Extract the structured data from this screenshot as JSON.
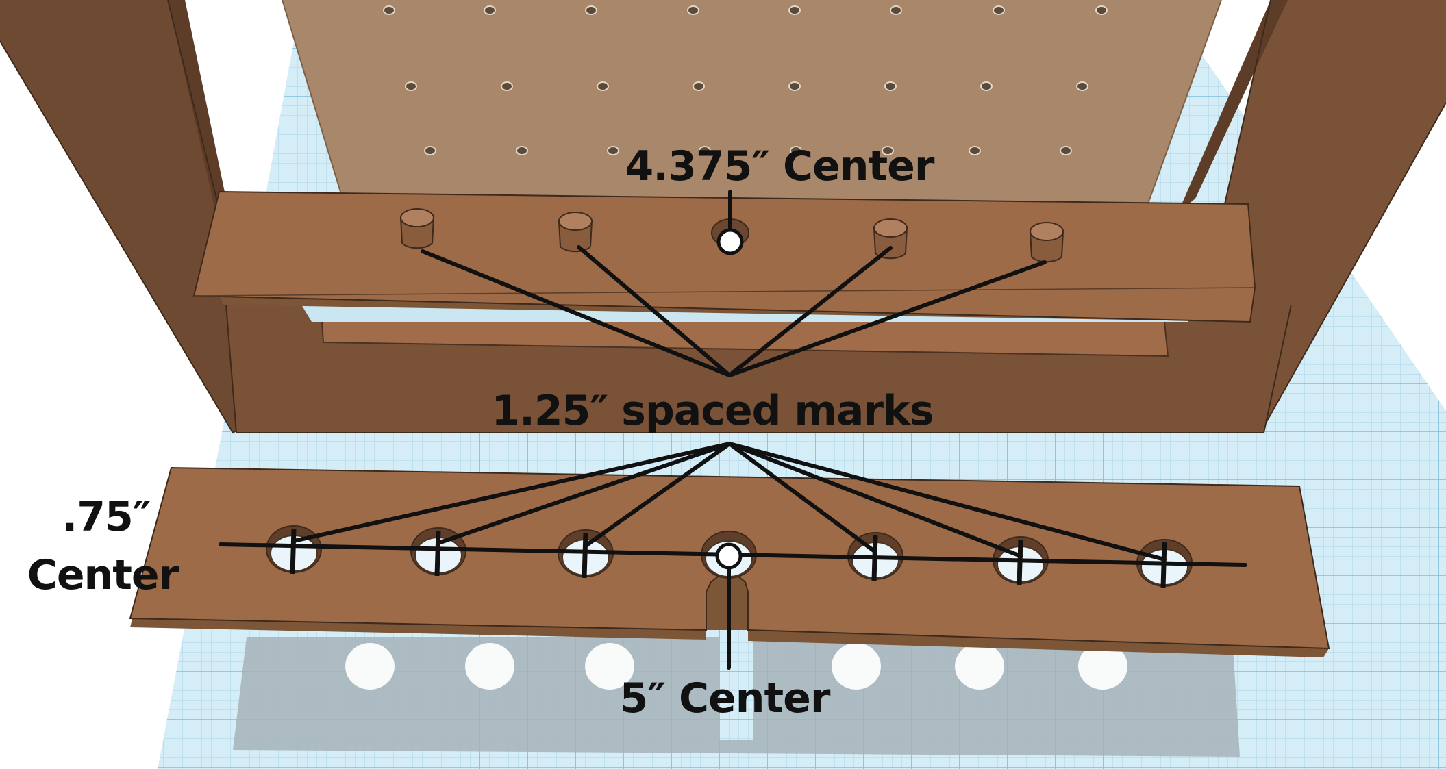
{
  "annotations": {
    "top_center": "4.375″ Center",
    "spaced_marks": "1.25″ spaced marks",
    "left_center_line1": ".75″",
    "left_center_line2": "Center",
    "bottom_center": "5″ Center"
  },
  "colors": {
    "wood_light": "#a0805f",
    "wood": "#9c6a47",
    "wood_dark": "#7b5338",
    "post": "#7a5238",
    "grid_bg": "#d2ecf5",
    "grid_line": "#9fd0e6",
    "shadow": "#a9b4bc",
    "ink": "#111111"
  },
  "icons": {
    "marker": "white-circle-marker",
    "hole_tick": "plus-mark"
  }
}
